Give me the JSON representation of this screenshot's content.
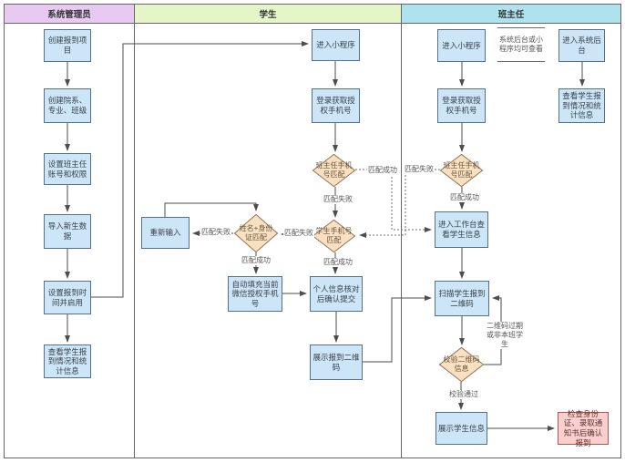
{
  "lanes": [
    {
      "title": "系统管理员",
      "color": "#e7c9f2"
    },
    {
      "title": "学生",
      "color": "#e4f5c8"
    },
    {
      "title": "班主任",
      "color": "#aee2ee"
    }
  ],
  "nodes": {
    "admin": {
      "create_project": "创建报到项目",
      "create_org": "创建院系、专业、班级",
      "set_teacher_account": "设置班主任账号和权限",
      "import_students": "导入新生数据",
      "set_time": "设置报到时间并启用",
      "view_stats": "查看学生报到情况和统计信息"
    },
    "student": {
      "enter_mini": "进入小程序",
      "login": "登录获取授权手机号",
      "match_teacher_phone": "班主任手机号匹配",
      "match_student_phone": "学生手机号匹配",
      "match_name_id": "姓名+身份证匹配",
      "re_enter": "重新输入",
      "autofill": "自动填充当前微信授权手机号",
      "confirm_submit": "个人信息核对后确认提交",
      "show_qr": "展示报到二维码"
    },
    "teacher": {
      "enter_mini": "进入小程序",
      "note": "系统后台或小程序均可查看",
      "enter_backend": "进入系统后台",
      "view_stats": "查看学生报到情况和统计信息",
      "login": "登录获取授权手机号",
      "match_phone": "班主任手机号匹配",
      "workspace": "进入工作台查看学生信息",
      "scan_qr": "扫描学生报到二维码",
      "verify_qr": "校验二维码信息",
      "show_student": "展示学生信息",
      "confirm_checkin": "检查身份证、录取通知书后确认报到"
    }
  },
  "edge_labels": {
    "match_success": "匹配成功",
    "match_fail": "匹配失败",
    "qr_invalid": "二维码过期或非本班学生",
    "verify_pass": "校验通过"
  },
  "colors": {
    "lane_admin": "#e7c9f2",
    "lane_student": "#e4f5c8",
    "lane_teacher": "#aee2ee",
    "process_fill": "#cce6f8",
    "process_stroke": "#54708c",
    "decision_fill": "#f9e0c2",
    "decision_stroke": "#8f7350",
    "end_fill": "#f9d0ce",
    "end_stroke": "#b85450",
    "line": "#4d4d4d"
  }
}
